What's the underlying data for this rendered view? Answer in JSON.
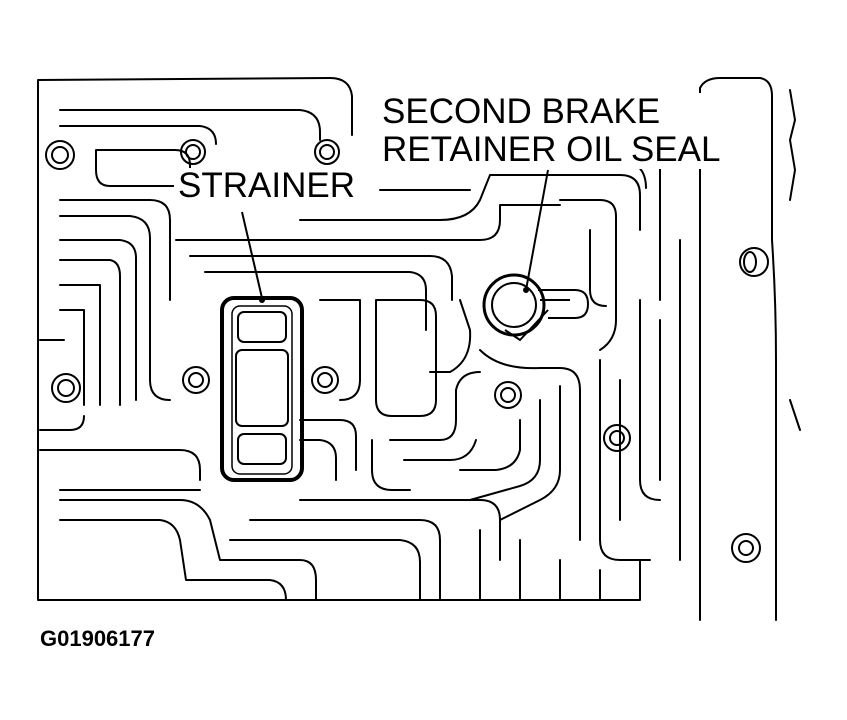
{
  "labels": {
    "strainer": "STRAINER",
    "seal_line1": "SECOND BRAKE",
    "seal_line2": "RETAINER OIL SEAL"
  },
  "figure_code": "G01906177",
  "colors": {
    "ink": "#000000",
    "paper": "#ffffff"
  }
}
